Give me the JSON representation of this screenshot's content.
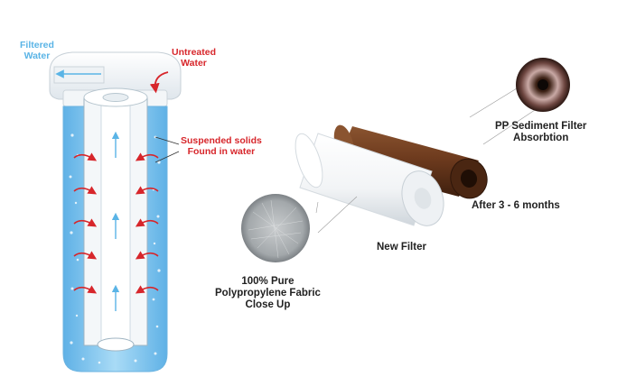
{
  "labels": {
    "filtered_water": [
      "Filtered",
      "Water"
    ],
    "untreated_water": [
      "Untreated",
      "Water"
    ],
    "suspended_solids": [
      "Suspended solids",
      "Found in water"
    ],
    "pp_sediment": [
      "PP Sediment Filter",
      "Absorbtion"
    ],
    "after_months": "After 3 - 6 months",
    "new_filter": "New Filter",
    "polypropylene": [
      "100% Pure",
      "Polypropylene Fabric",
      "Close Up"
    ]
  },
  "colors": {
    "filtered_blue": "#5ab4e6",
    "untreated_red": "#d7262b",
    "water_blue": "#7fc3ec",
    "used_filter_brown": "#6e3b1e",
    "text_dark": "#222222"
  },
  "icons": {
    "flow_up_arrow": "arrow-up-icon",
    "flow_in_arrow": "curved-arrow-icon"
  }
}
